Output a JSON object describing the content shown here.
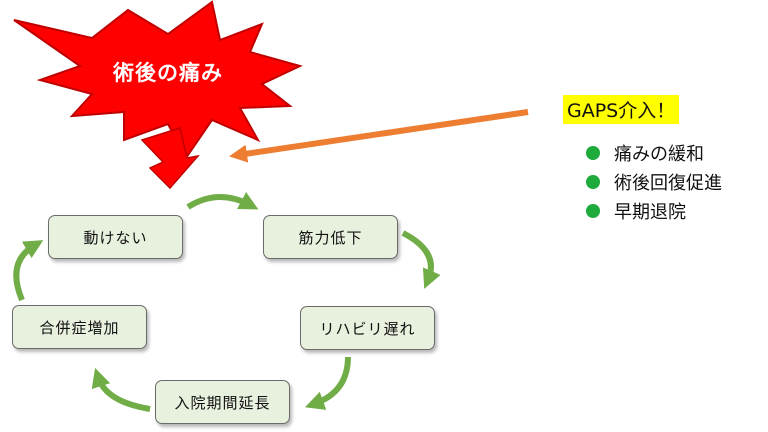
{
  "burst": {
    "label": "術後の痛み",
    "fill": "#ff0000",
    "stroke": "#c00000"
  },
  "cycle": {
    "color": "#70ad47",
    "nodes": [
      {
        "id": "cannot-move",
        "label": "動けない"
      },
      {
        "id": "muscle-weakness",
        "label": "筋力低下"
      },
      {
        "id": "rehab-delay",
        "label": "リハビリ遅れ"
      },
      {
        "id": "stay-extension",
        "label": "入院期間延長"
      },
      {
        "id": "complications",
        "label": "合併症増加"
      }
    ]
  },
  "intervention": {
    "title": "GAPS介入！",
    "highlight": "#ffff00",
    "arrow_color": "#ed7d31",
    "bullet_color": "#1faa3c",
    "bullets": [
      "痛みの緩和",
      "術後回復促進",
      "早期退院"
    ]
  }
}
